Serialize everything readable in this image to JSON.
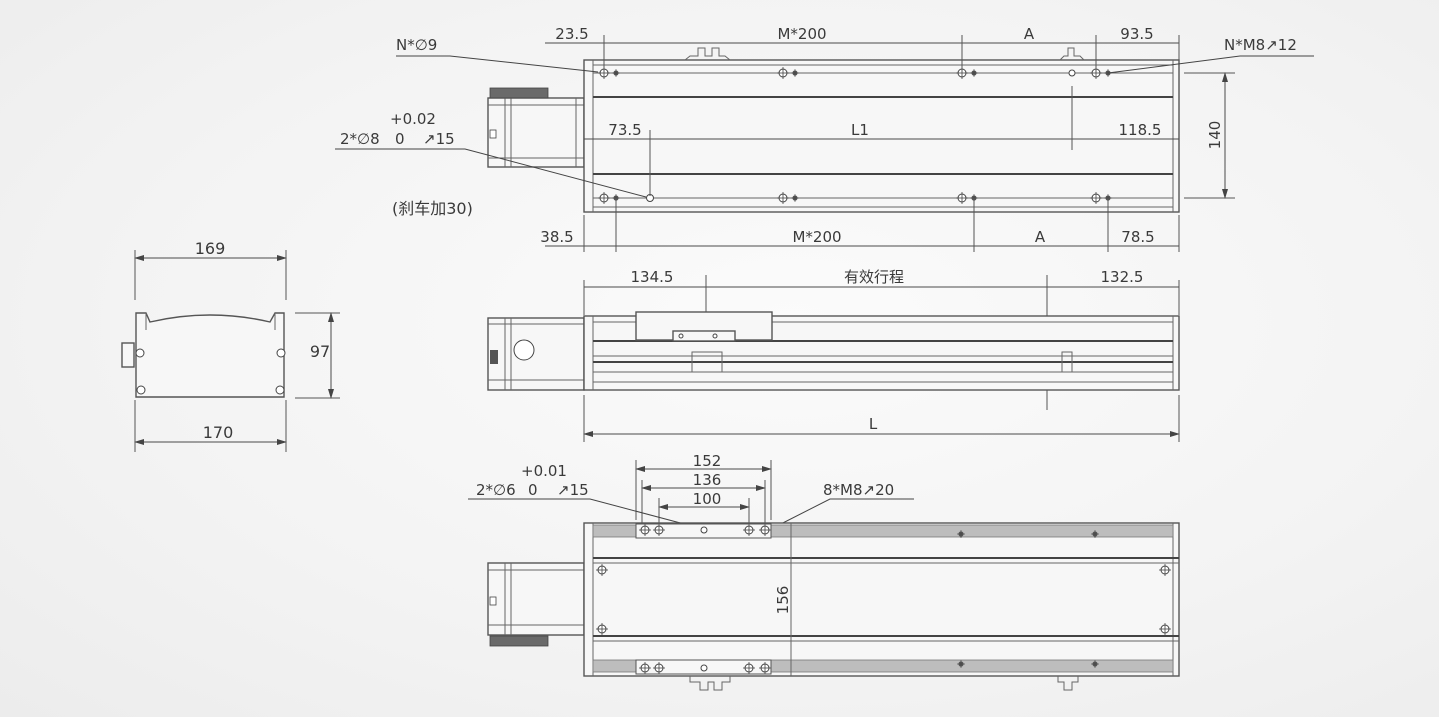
{
  "top_view": {
    "dims_top": [
      "23.5",
      "M*200",
      "A",
      "93.5"
    ],
    "dims_bottom": [
      "38.5",
      "M*200",
      "A",
      "78.5"
    ],
    "dims_inner": [
      "73.5",
      "L1",
      "118.5"
    ],
    "height": "140",
    "hole_callout_left": "N*∅9",
    "hole_callout_right": "N*M8↗12",
    "pin_callout": {
      "tolerance_upper": "+0.02",
      "main": "2*∅8",
      "tolerance_lower": "0",
      "depth": "↗15"
    },
    "brake_note": "(刹车加30)"
  },
  "end_view": {
    "width_top": "169",
    "width_bottom": "170",
    "height": "97"
  },
  "side_view": {
    "dim_left": "134.5",
    "dim_stroke": "有效行程",
    "dim_right": "132.5",
    "dim_total": "L"
  },
  "bottom_view": {
    "dims_stack": [
      "152",
      "136",
      "100"
    ],
    "pin_callout": {
      "tolerance_upper": "+0.01",
      "main": "2*∅6",
      "tolerance_lower": "0",
      "depth": "↗15"
    },
    "thread_callout": "8*M8↗20",
    "height": "156"
  },
  "colors": {
    "line": "#4a4a4a",
    "background": "#f3f3f3",
    "rail_fill": "#bdbdbd"
  }
}
